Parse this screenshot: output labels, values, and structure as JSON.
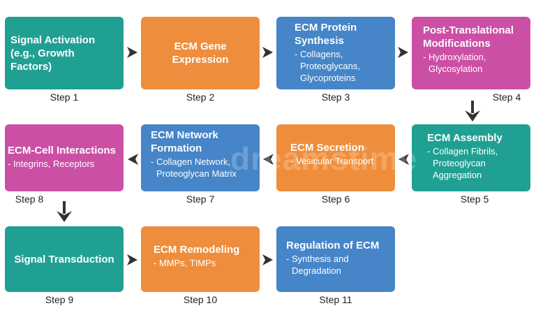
{
  "colors": {
    "teal": "#20A093",
    "orange": "#EE8E3C",
    "blue": "#4585C8",
    "magenta": "#CC4FA6",
    "arrow": "#333333"
  },
  "watermark": "dreamstime",
  "steps": [
    {
      "title": "Signal Activation (e.g., Growth Factors)",
      "title_lines": [
        "Signal Activation",
        "(e.g., Growth Factors)"
      ],
      "details": [],
      "label": "Step 1",
      "color": "teal"
    },
    {
      "title": "ECM Gene Expression",
      "title_lines": [
        "ECM Gene",
        "Expression"
      ],
      "details": [],
      "label": "Step 2",
      "color": "orange"
    },
    {
      "title": "ECM Protein Synthesis",
      "title_lines": [
        "ECM Protein",
        "Synthesis"
      ],
      "details": [
        "- Collagens,",
        "Proteoglycans,",
        "Glycoproteins"
      ],
      "label": "Step 3",
      "color": "blue"
    },
    {
      "title": "Post-Translational Modifications",
      "title_lines": [
        "Post-Translational",
        "Modifications"
      ],
      "details": [
        "- Hydroxylation,",
        "Glycosylation"
      ],
      "label": "Step 4",
      "color": "magenta"
    },
    {
      "title": "ECM Assembly",
      "title_lines": [
        "ECM Assembly"
      ],
      "details": [
        "- Collagen Fibrils,",
        "Proteoglycan",
        "Aggregation"
      ],
      "label": "Step 5",
      "color": "teal"
    },
    {
      "title": "ECM Secretion",
      "title_lines": [
        "ECM Secretion"
      ],
      "details": [
        "- Vesicular Transport"
      ],
      "label": "Step 6",
      "color": "orange"
    },
    {
      "title": "ECM Network Formation",
      "title_lines": [
        "ECM Network",
        "Formation"
      ],
      "details": [
        "- Collagen Network,",
        "Proteoglycan Matrix"
      ],
      "label": "Step 7",
      "color": "blue"
    },
    {
      "title": "ECM-Cell Interactions",
      "title_lines": [
        "ECM-Cell Interactions"
      ],
      "details": [
        "- Integrins, Receptors"
      ],
      "label": "Step 8",
      "color": "magenta"
    },
    {
      "title": "Signal Transduction",
      "title_lines": [
        "Signal Transduction"
      ],
      "details": [],
      "label": "Step 9",
      "color": "teal"
    },
    {
      "title": "ECM Remodeling",
      "title_lines": [
        "ECM Remodeling"
      ],
      "details": [
        "- MMPs, TIMPs"
      ],
      "label": "Step 10",
      "color": "orange"
    },
    {
      "title": "Regulation of ECM",
      "title_lines": [
        "Regulation of ECM"
      ],
      "details": [
        "- Synthesis and",
        "Degradation"
      ],
      "label": "Step 11",
      "color": "blue"
    }
  ]
}
